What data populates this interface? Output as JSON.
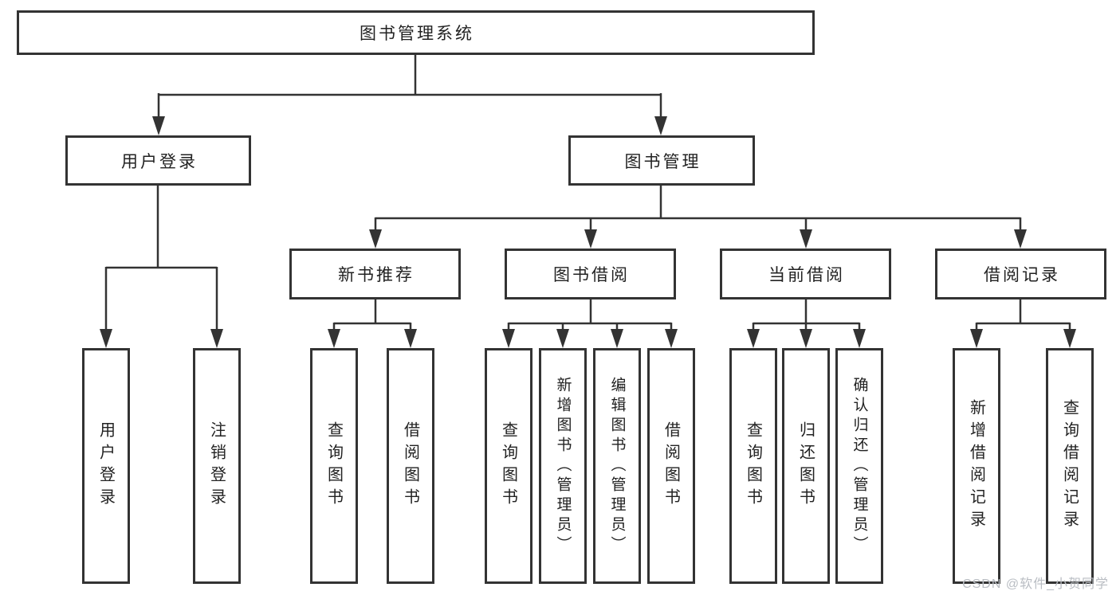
{
  "tree": {
    "label": "图书管理系统",
    "children": [
      {
        "label": "用户登录",
        "children": [
          {
            "label": "用户登录"
          },
          {
            "label": "注销登录"
          }
        ]
      },
      {
        "label": "图书管理",
        "children": [
          {
            "label": "新书推荐",
            "children": [
              {
                "label": "查询图书"
              },
              {
                "label": "借阅图书"
              }
            ]
          },
          {
            "label": "图书借阅",
            "children": [
              {
                "label": "查询图书"
              },
              {
                "label": "新增图书（管理员）"
              },
              {
                "label": "编辑图书（管理员）"
              },
              {
                "label": "借阅图书"
              }
            ]
          },
          {
            "label": "当前借阅",
            "children": [
              {
                "label": "查询图书"
              },
              {
                "label": "归还图书"
              },
              {
                "label": "确认归还（管理员）"
              }
            ]
          },
          {
            "label": "借阅记录",
            "children": [
              {
                "label": "新增借阅记录"
              },
              {
                "label": "查询借阅记录"
              }
            ]
          }
        ]
      }
    ]
  },
  "watermark": {
    "text": "CSDN @软件_小贺同学"
  },
  "colors": {
    "line": "#333333",
    "box_border": "#333333",
    "text": "#222222",
    "watermark": "#b9bdc3",
    "background": "#ffffff"
  }
}
